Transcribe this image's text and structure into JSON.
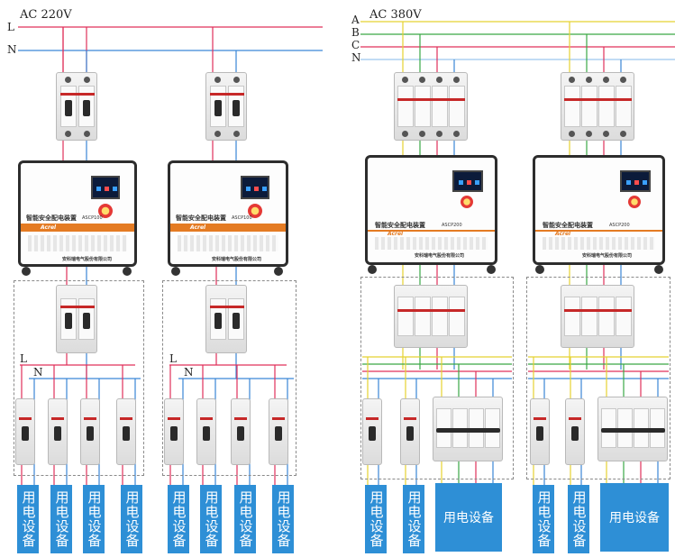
{
  "left_system": {
    "title": "AC 220V",
    "bus_L": "L",
    "bus_N": "N",
    "branch_L": "L",
    "branch_N": "N",
    "device_name": "智能安全配电装置",
    "device_model": "ASCP100",
    "device_brand": "Acrel",
    "device_company": "安科瑞电气股份有限公司",
    "load_label": "用电设备"
  },
  "right_system": {
    "title": "AC 380V",
    "bus_A": "A",
    "bus_B": "B",
    "bus_C": "C",
    "bus_N": "N",
    "device_name": "智能安全配电装置",
    "device_model": "ASCP200",
    "device_brand": "Acrel",
    "device_company": "安科瑞电气股份有限公司",
    "load_label": "用电设备"
  },
  "colors": {
    "L": "#e0305a",
    "N": "#3a86d6",
    "A": "#e5d230",
    "B": "#3aa845",
    "C": "#e0305a",
    "load_box": "#2e8fd6",
    "device_stripe": "#e47b23"
  }
}
